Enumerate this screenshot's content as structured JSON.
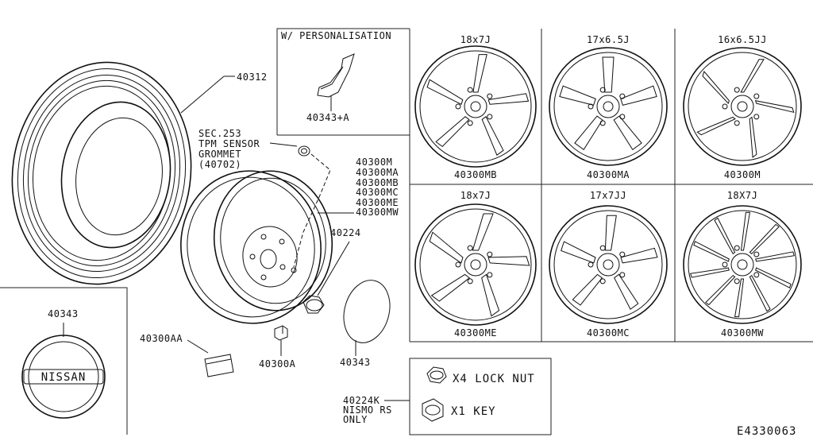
{
  "personalisation": {
    "title": "W/ PERSONALISATION",
    "part": "40343+A"
  },
  "tire": {
    "part": "40312"
  },
  "sensor": {
    "lines": [
      "SEC.253",
      "TPM SENSOR",
      "GROMMET",
      "(40702)"
    ]
  },
  "wheel_parts": [
    "40300M",
    "40300MA",
    "40300MB",
    "40300MC",
    "40300ME",
    "40300MW"
  ],
  "nut": {
    "part": "40224"
  },
  "center_cap": {
    "part": "40343",
    "brand": "NISSAN"
  },
  "cap_disc": {
    "part": "40343"
  },
  "weight": {
    "part": "40300AA"
  },
  "valve": {
    "part": "40300A"
  },
  "wheels": [
    {
      "size": "18x7J",
      "part": "40300MB"
    },
    {
      "size": "17x6.5J",
      "part": "40300MA"
    },
    {
      "size": "16x6.5JJ",
      "part": "40300M"
    },
    {
      "size": "18x7J",
      "part": "40300ME"
    },
    {
      "size": "17x7JJ",
      "part": "40300MC"
    },
    {
      "size": "18X7J",
      "part": "40300MW"
    }
  ],
  "lock": {
    "part": "40224K",
    "note1": "NISMO RS",
    "note2": "ONLY",
    "item1": "X4 LOCK NUT",
    "item2": "X1 KEY"
  },
  "diagram_code": "E4330063"
}
